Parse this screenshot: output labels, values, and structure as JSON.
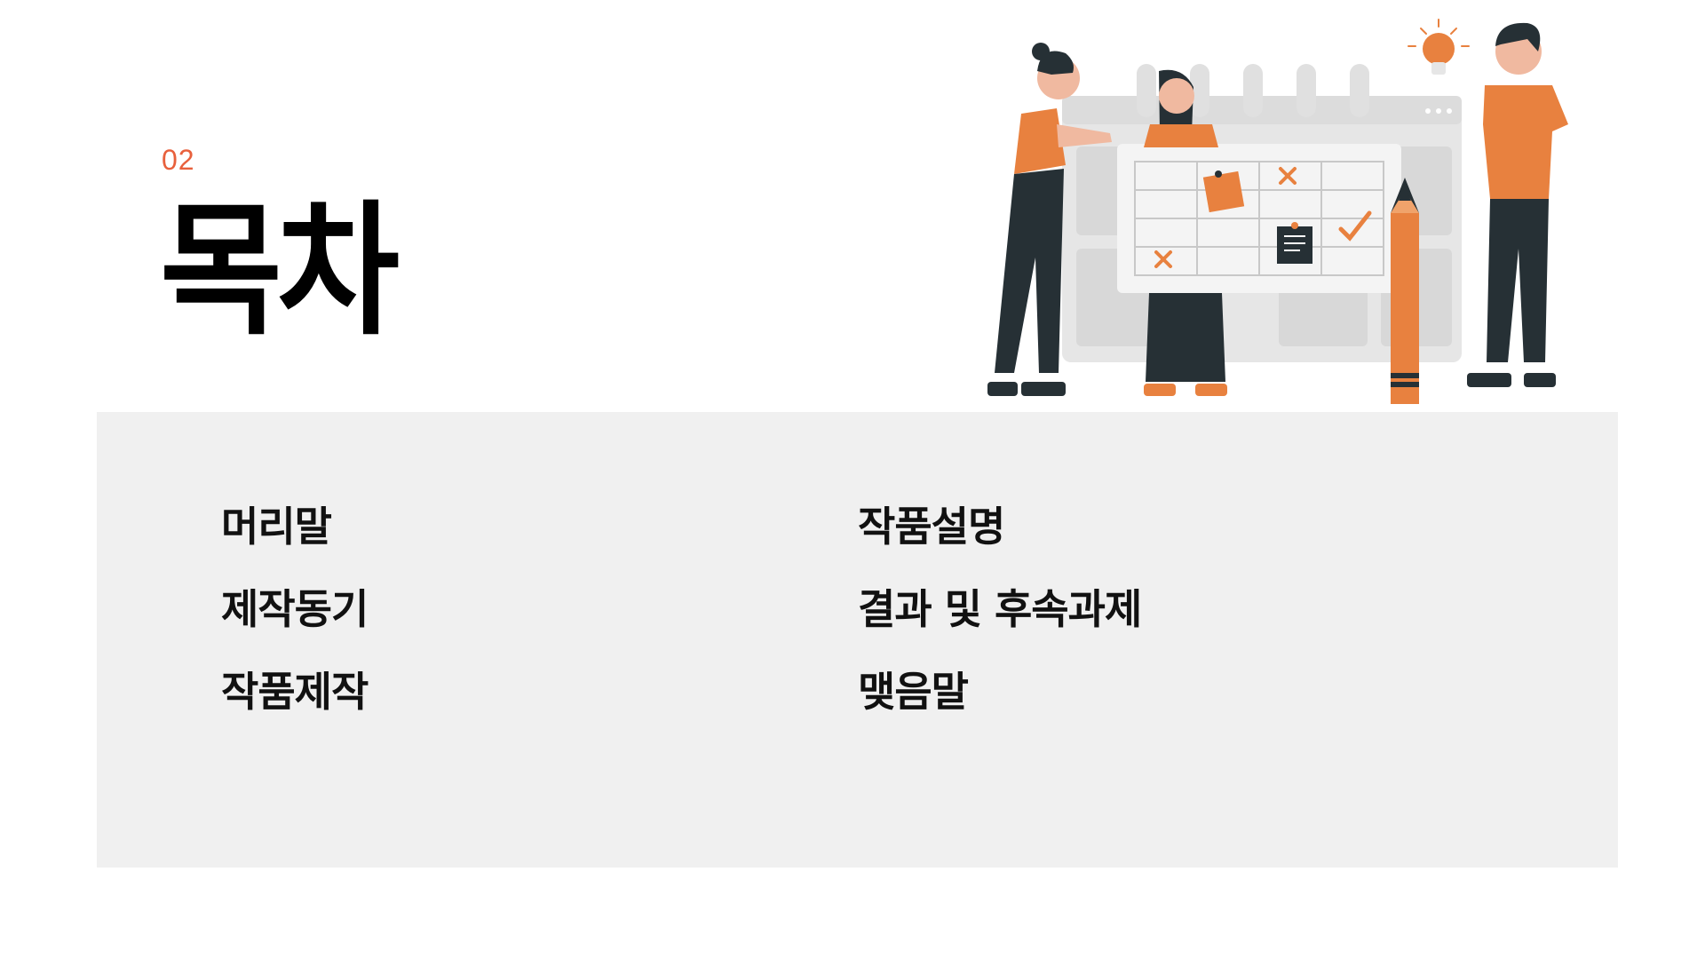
{
  "section_number": "02",
  "title": "목차",
  "toc": {
    "left": [
      "머리말",
      "제작동기",
      "작품제작"
    ],
    "right": [
      "작품설명",
      "결과 및 후속과제",
      "맺음말"
    ]
  },
  "colors": {
    "accent": "#e8813f",
    "number": "#e8603c",
    "panel": "#f0f0f0",
    "dark": "#263035"
  },
  "illustration": {
    "icons": [
      "calendar-board",
      "lightbulb-icon",
      "pencil-icon",
      "checkmark-icon",
      "cross-icon",
      "sticky-note-icon"
    ]
  }
}
